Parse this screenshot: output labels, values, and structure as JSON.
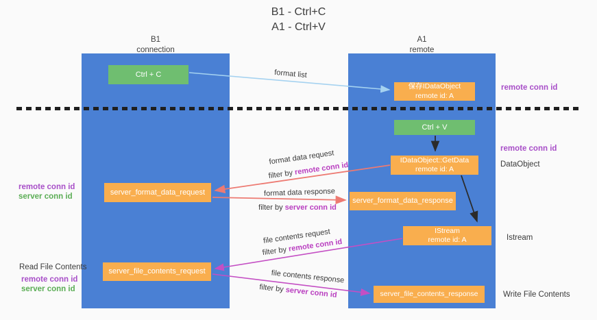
{
  "title": {
    "line1": "B1 - Ctrl+C",
    "line2": "A1 - Ctrl+V"
  },
  "lanes": {
    "left": {
      "title": "B1",
      "subtitle": "connection"
    },
    "right": {
      "title": "A1",
      "subtitle": "remote"
    }
  },
  "boxes": {
    "ctrl_c": "Ctrl + C",
    "ctrl_v": "Ctrl + V",
    "save_idataobject": {
      "line1": "保存IDataObject",
      "line2": "remote id: A"
    },
    "idataobject_getdata": {
      "line1": "IDataObject::GetData",
      "line2": "remote id: A"
    },
    "istream": {
      "line1": "IStream",
      "line2": "remote id: A"
    },
    "server_format_data_request": "server_format_data_request",
    "server_format_data_response": "server_format_data_response",
    "server_file_contents_request": "server_file_contents_request",
    "server_file_contents_response": "server_file_contents_response"
  },
  "side_labels": {
    "remote_conn_id_top": "remote conn id",
    "remote_conn_id_mid": "remote conn id",
    "dataobject": "DataObject",
    "istream": "Istream",
    "write_file_contents": "Write File Contents",
    "read_file_contents": "Read File Contents",
    "left_mid": {
      "remote": "remote conn id",
      "server": "server conn id"
    },
    "left_bottom": {
      "remote": "remote conn id",
      "server": "server conn id"
    }
  },
  "arrow_labels": {
    "format_list": "format list",
    "format_data_request": {
      "text": "format data request",
      "filter_prefix": "filter by",
      "filter_key": "remote conn id"
    },
    "format_data_response": {
      "text": "format data response",
      "filter_prefix": "filter by",
      "filter_key": "server conn id"
    },
    "file_contents_request": {
      "text": "file contents request",
      "filter_prefix": "filter by",
      "filter_key": "remote conn id"
    },
    "file_contents_response": {
      "text": "file contents response",
      "filter_prefix": "filter by",
      "filter_key": "server conn id"
    }
  },
  "colors": {
    "lane_blue": "#4a80d4",
    "box_orange": "#f9ae4e",
    "box_green": "#6fbe70",
    "arrow_blue": "#a5d2f0",
    "arrow_red": "#ed7a72",
    "arrow_magenta": "#c44fc4",
    "arrow_black": "#2b2b2b",
    "label_purple": "#a84fc8",
    "label_green": "#5bad55"
  }
}
